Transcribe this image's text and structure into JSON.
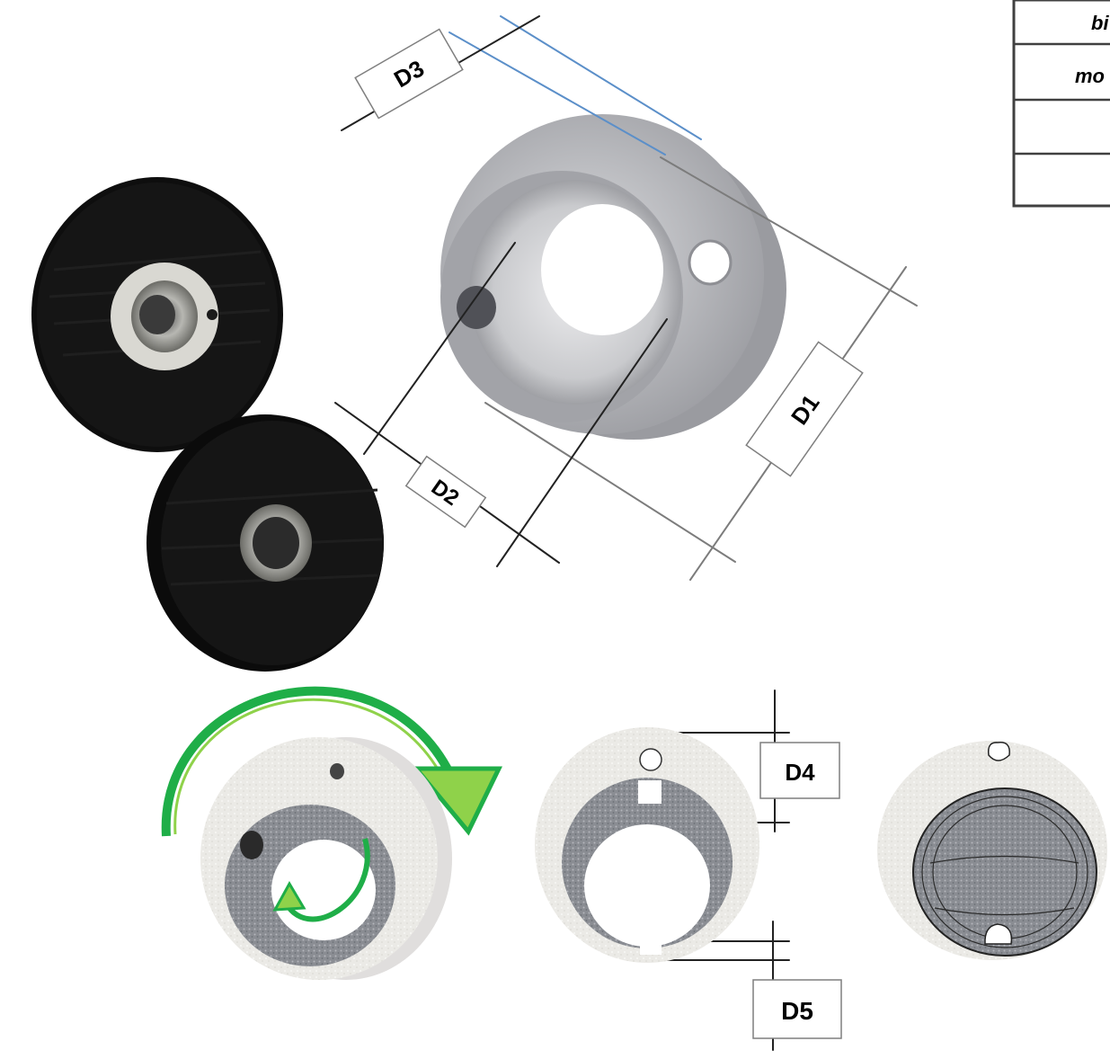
{
  "labels": {
    "d1": "D1",
    "d2": "D2",
    "d3": "D3",
    "d4": "D4",
    "d5": "D5"
  },
  "table": {
    "rows": [
      "bi",
      "mo",
      "",
      ""
    ]
  },
  "colors": {
    "arrow_green": "#1fae48",
    "arrow_fill": "#8fd24a",
    "rubber_black": "#0e0e0e",
    "part_gray": "#b8b9bd",
    "print_white": "#ebeae6",
    "infill_gray": "#8a8d93",
    "guide_blue": "#5b8fc9"
  }
}
